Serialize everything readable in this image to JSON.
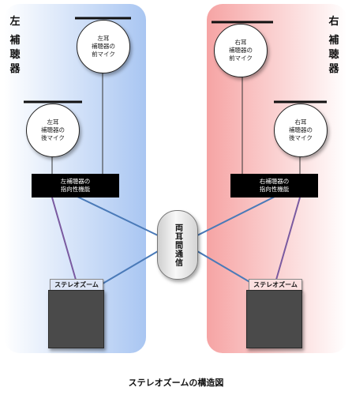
{
  "left": {
    "side_label": "左\n補聴器",
    "front_mic": "左耳\n補聴器の\n前マイク",
    "rear_mic": "左耳\n補聴器の\n後マイク",
    "directional": "左補聴器の\n指向性機能",
    "zoom_label": "ステレオズーム"
  },
  "right": {
    "side_label": "右\n補聴器",
    "front_mic": "右耳\n補聴器の\n前マイク",
    "rear_mic": "右耳\n補聴器の\n後マイク",
    "directional": "右補聴器の\n指向性機能",
    "zoom_label": "ステレオズーム"
  },
  "binaural_label": "両耳間通信",
  "caption": "ステレオズームの構造図",
  "colors": {
    "left_panel": "#a9c6f2",
    "right_panel": "#f6a4a4",
    "link_blue": "#4a7ab8",
    "link_purple": "#7a5aa0",
    "zoom_left_bg": "#dde6f6",
    "zoom_right_bg": "#fbe0e0"
  }
}
